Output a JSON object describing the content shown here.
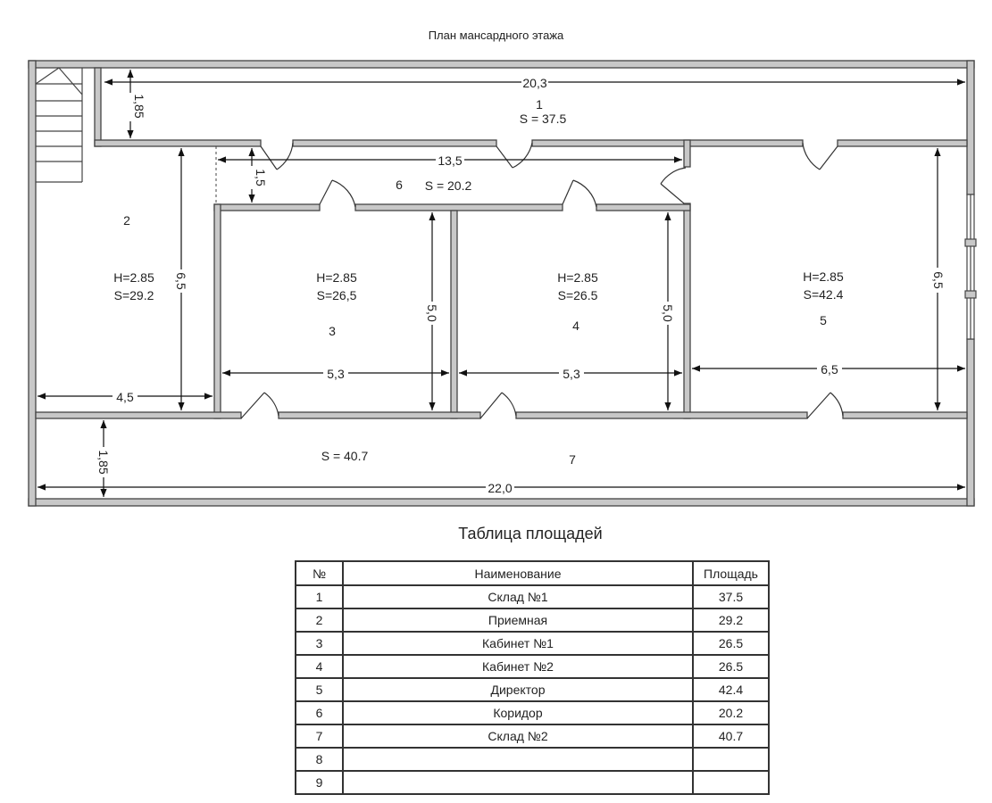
{
  "plan": {
    "title": "План мансардного этажа",
    "rooms": {
      "r1": {
        "number": "1",
        "area": "S = 37.5"
      },
      "r2": {
        "number": "2",
        "height": "H=2.85",
        "area": "S=29.2"
      },
      "r3": {
        "number": "3",
        "height": "H=2.85",
        "area": "S=26,5"
      },
      "r4": {
        "number": "4",
        "height": "H=2.85",
        "area": "S=26.5"
      },
      "r5": {
        "number": "5",
        "height": "H=2.85",
        "area": "S=42.4"
      },
      "r6": {
        "number": "6",
        "area": "S = 20.2"
      },
      "r7": {
        "number": "7",
        "area": "S = 40.7"
      }
    },
    "dimensions": {
      "d_20_3": "20,3",
      "d_1_85_top": "1,85",
      "d_13_5": "13,5",
      "d_1_5": "1,5",
      "d_6_5_left": "6,5",
      "d_4_5": "4,5",
      "d_5_0_a": "5,0",
      "d_5_3_a": "5,3",
      "d_5_0_b": "5,0",
      "d_5_3_b": "5,3",
      "d_6_5_right": "6,5",
      "d_6_5_horiz": "6,5",
      "d_1_85_bottom": "1,85",
      "d_22_0": "22,0"
    }
  },
  "table": {
    "title": "Таблица площадей",
    "headers": [
      "№",
      "Наименование",
      "Площадь"
    ],
    "rows": [
      [
        "1",
        "Склад №1",
        "37.5"
      ],
      [
        "2",
        "Приемная",
        "29.2"
      ],
      [
        "3",
        "Кабинет №1",
        "26.5"
      ],
      [
        "4",
        "Кабинет №2",
        "26.5"
      ],
      [
        "5",
        "Директор",
        "42.4"
      ],
      [
        "6",
        "Коридор",
        "20.2"
      ],
      [
        "7",
        "Склад №2",
        "40.7"
      ],
      [
        "8",
        "",
        ""
      ],
      [
        "9",
        "",
        ""
      ]
    ]
  }
}
